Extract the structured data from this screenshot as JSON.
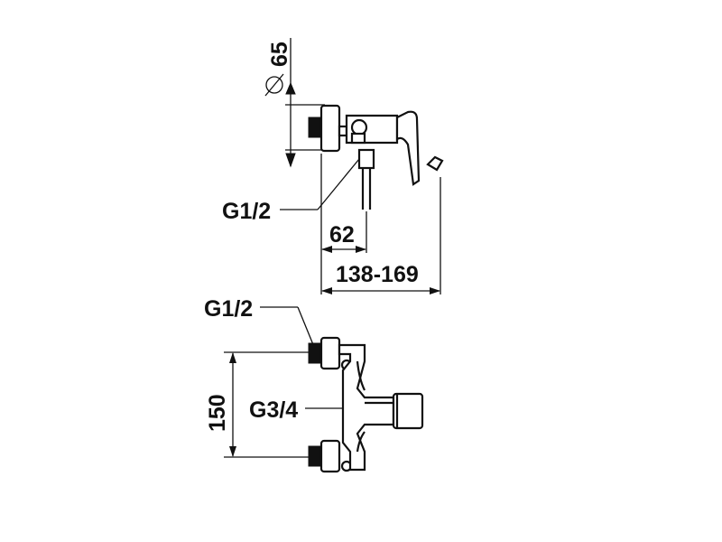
{
  "labels": {
    "diameter": "65",
    "inlet_thread_side": "G1/2",
    "projection": "62",
    "projection_range": "138-169",
    "inlet_thread_front": "G1/2",
    "outlet_thread": "G3/4",
    "center_distance": "150"
  },
  "colors": {
    "line": "#111111",
    "background": "#ffffff"
  }
}
